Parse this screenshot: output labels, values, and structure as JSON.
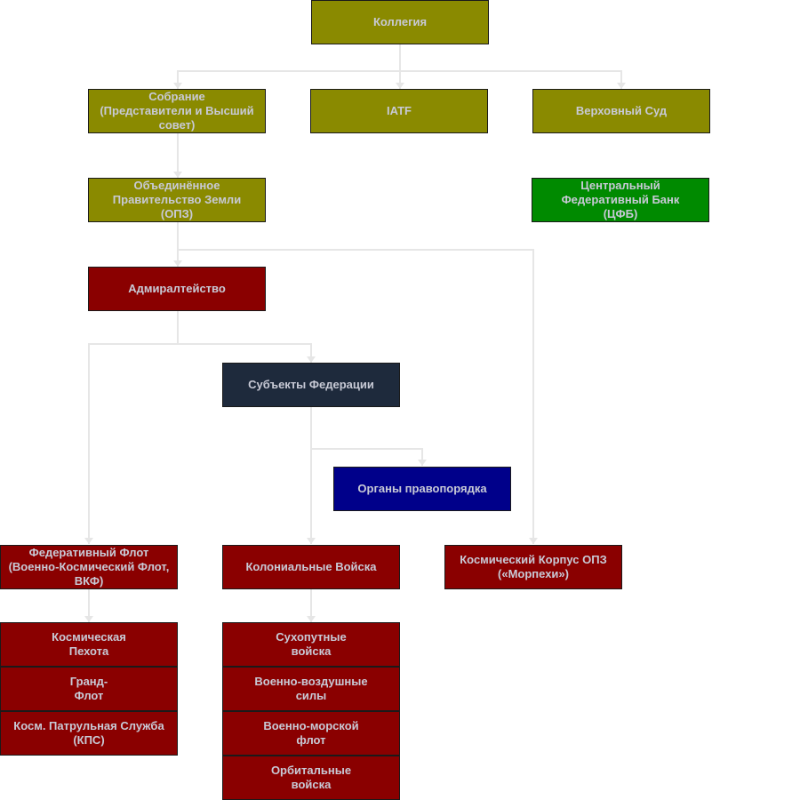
{
  "nodes": {
    "collegium": "Коллегия",
    "assembly": "Собрание\n(Представители и Высший\nсовет)",
    "iatf": "IATF",
    "supreme_court": "Верховный Суд",
    "ue_government": "Объединённое\nПравительство Земли\n(ОПЗ)",
    "central_bank": "Центральный\nФедеративный Банк\n(ЦФБ)",
    "admiralty": "Адмиралтейство",
    "federation_subjects": "Субъекты Федерации",
    "law_enforcement": "Органы правопорядка",
    "federal_fleet": "Федеративный Флот\n(Военно-Космический Флот,\nВКФ)",
    "colonial_forces": "Колониальные Войска",
    "space_corps": "Космический Корпус ОПЗ\n(«Морпехи»)",
    "space_infantry": "Космическая\nПехота",
    "grand_fleet": "Гранд-\nФлот",
    "space_patrol": "Косм. Патрульная Служба\n(КПС)",
    "ground_forces": "Сухопутные\nвойска",
    "air_force": "Военно-воздушные\nсилы",
    "navy": "Военно-морской\nфлот",
    "orbital_forces": "Орбитальные\nвойска"
  },
  "colors": {
    "olive": "#8a8a00",
    "green": "#008a00",
    "red": "#8a0000",
    "dark": "#1e2a3c",
    "navy": "#00008a",
    "text": "#c8cad6",
    "connector": "#e6e6e6"
  }
}
